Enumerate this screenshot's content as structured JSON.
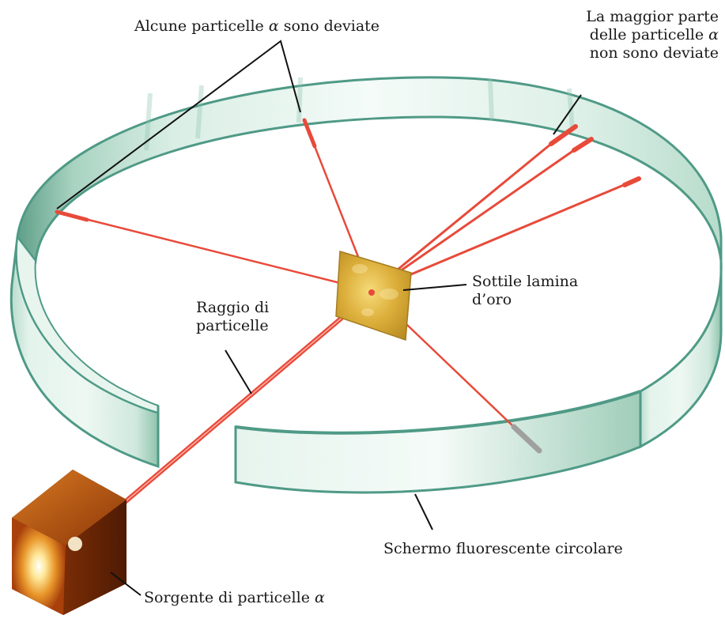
{
  "labels": {
    "deflected_pre": "Alcune particelle ",
    "deflected_alpha": "α",
    "deflected_post": " sono deviate",
    "majority_line1": "La maggior parte",
    "majority_line2_pre": "delle particelle ",
    "majority_line2_alpha": "α",
    "majority_line3": "non sono deviate",
    "foil_line1": "Sottile lamina",
    "foil_line2": "d’oro",
    "beam_line1": "Raggio di",
    "beam_line2": "particelle",
    "screen": "Schermo fluorescente circolare",
    "source_pre": "Sorgente di particelle ",
    "source_alpha": "α"
  },
  "colors": {
    "ray": "#e84a3a",
    "screen_teal": "#4f9a86",
    "screen_light": "#d8efe6",
    "gold": "#d6a630",
    "source_orange": "#b84a10"
  }
}
